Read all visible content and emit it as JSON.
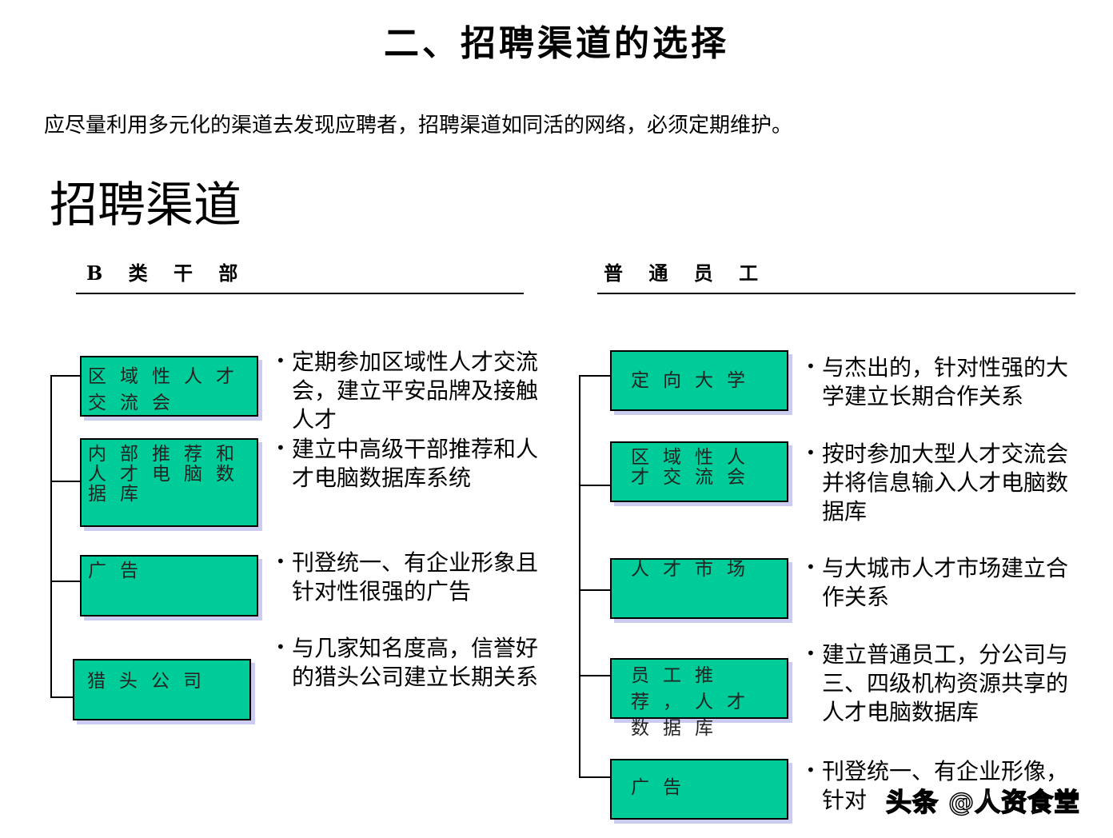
{
  "title": "二、招聘渠道的选择",
  "subtitle": "应尽量利用多元化的渠道去发现应聘者，招聘渠道如同活的网络，必须定期维护。",
  "section_title": "招聘渠道",
  "colors": {
    "box_fill": "#00cc99",
    "box_shadow": "#ccccf0"
  },
  "left": {
    "heading": "B 类 干 部",
    "items": [
      {
        "box": "区域性人才交流会",
        "desc": "定期参加区域性人才交流会，建立平安品牌及接触人才"
      },
      {
        "box": "内部推荐和人才电脑数据库",
        "desc": "建立中高级干部推荐和人才电脑数据库系统"
      },
      {
        "box": "广告",
        "desc": "刊登统一、有企业形象且针对性很强的广告"
      },
      {
        "box": "猎头公司",
        "desc": "与几家知名度高，信誉好的猎头公司建立长期关系"
      }
    ]
  },
  "right": {
    "heading": "普 通 员 工",
    "items": [
      {
        "box": "定向大学",
        "desc": "与杰出的，针对性强的大学建立长期合作关系"
      },
      {
        "box": "区域性人才交流会",
        "desc": "按时参加大型人才交流会并将信息输入人才电脑数据库"
      },
      {
        "box": "人才市场",
        "desc": "与大城市人才市场建立合作关系"
      },
      {
        "box": "员工推荐，人才数据库",
        "desc": "建立普通员工，分公司与三、四级机构资源共享的人才电脑数据库"
      },
      {
        "box": "广告",
        "desc": "刊登统一、有企业形像，针对"
      }
    ]
  },
  "watermark": "头条 @人资食堂"
}
